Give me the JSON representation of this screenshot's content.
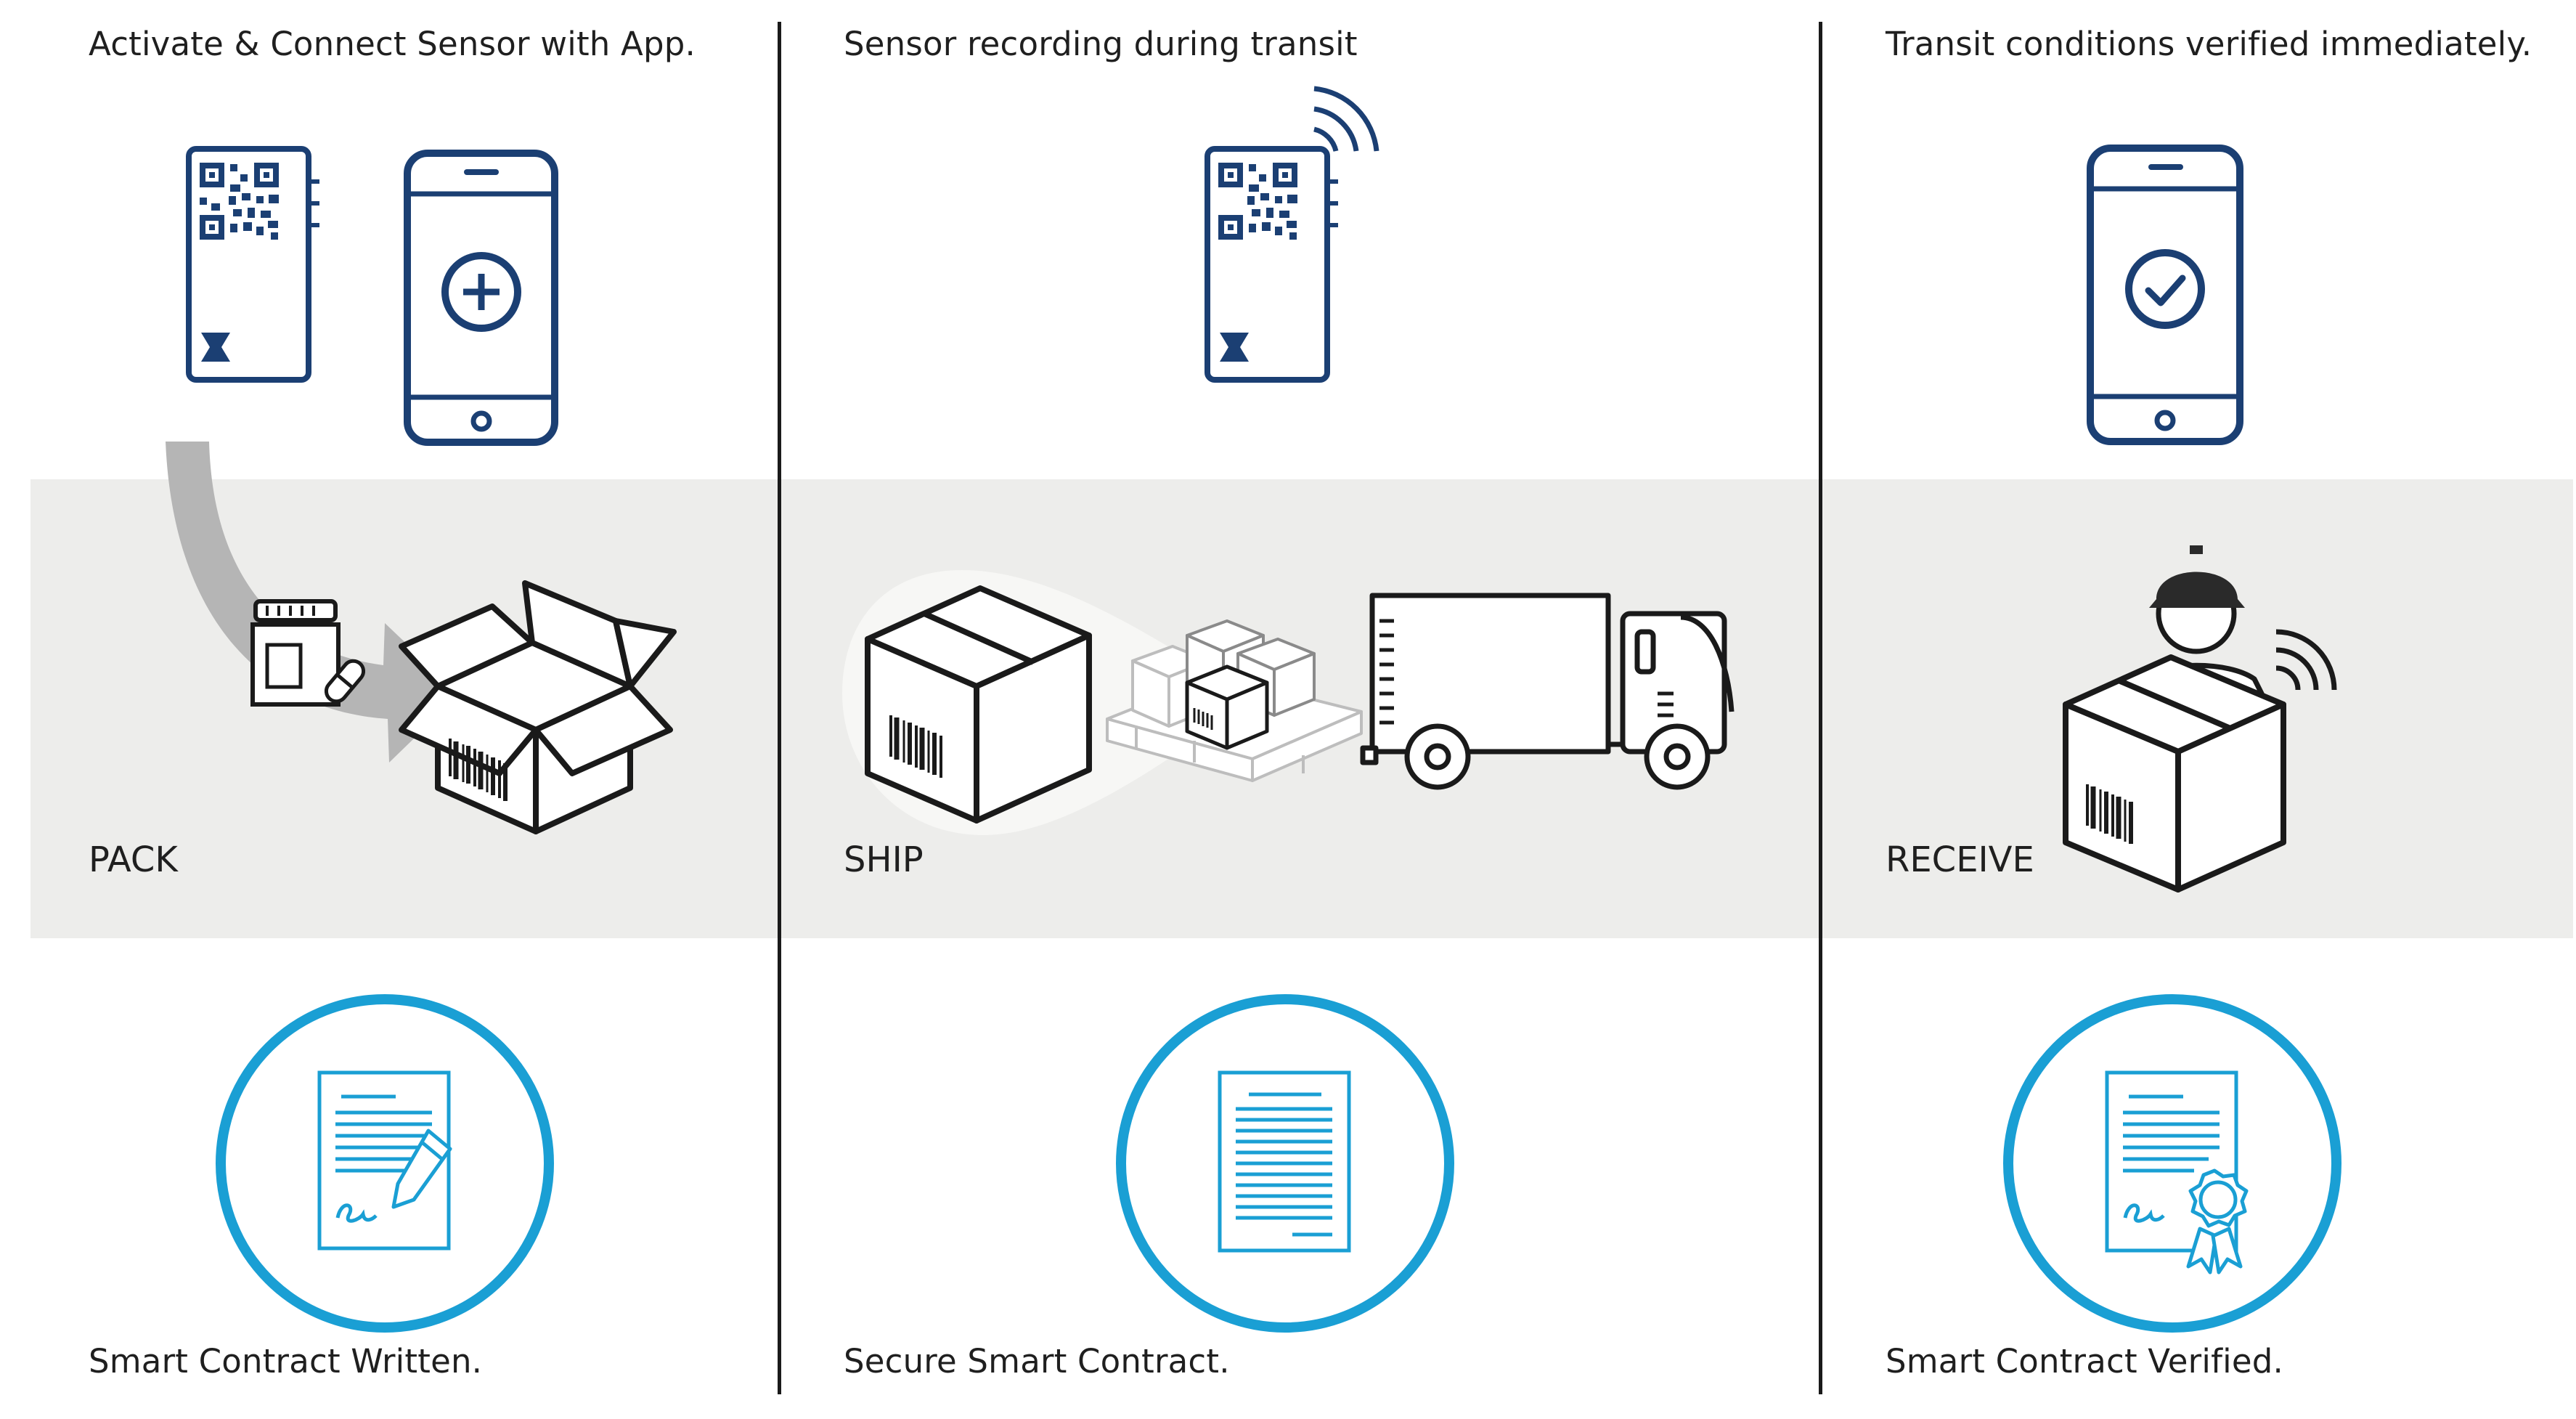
{
  "columns": [
    {
      "id": "pack",
      "top_caption": "Activate & Connect Sensor with App.",
      "stage": "PACK",
      "bottom_caption": "Smart Contract Written."
    },
    {
      "id": "ship",
      "top_caption": "Sensor recording during transit",
      "stage": "SHIP",
      "bottom_caption": "Secure Smart Contract."
    },
    {
      "id": "receive",
      "top_caption": "Transit conditions verified immediately.",
      "stage": "RECEIVE",
      "bottom_caption": "Smart Contract Verified."
    }
  ],
  "colors": {
    "device_navy": "#1b3f73",
    "contract_blue": "#1a9fd4",
    "band_gray": "#ededeb",
    "line_black": "#1a1a1a",
    "arrow_gray": "#b5b5b5"
  },
  "icons": [
    "sensor-tag-icon",
    "phone-plus-icon",
    "sensor-wireless-icon",
    "phone-check-icon",
    "curved-arrow-icon",
    "medicine-bottle-icon",
    "open-box-icon",
    "closed-box-icon",
    "pallet-icon",
    "truck-icon",
    "courier-with-box-icon",
    "signed-contract-icon",
    "contract-icon",
    "certified-contract-icon"
  ]
}
